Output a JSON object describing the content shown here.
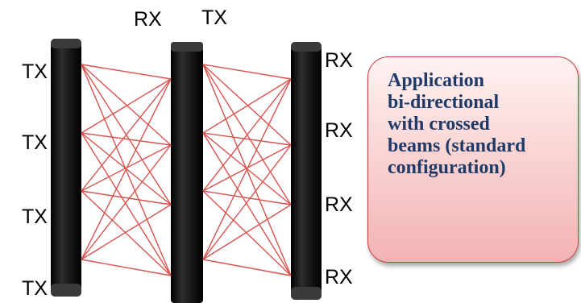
{
  "labels": {
    "top_rx": "RX",
    "top_tx": "TX",
    "left_tx": [
      "TX",
      "TX",
      "TX",
      "TX"
    ],
    "right_rx": [
      "RX",
      "RX",
      "RX",
      "RX"
    ]
  },
  "callout": {
    "lines": [
      "Application",
      "bi-directional",
      "with crossed",
      "beams (standard",
      "configuration)"
    ]
  },
  "colors": {
    "beam": "#d9534f",
    "callout_border": "#c9413f",
    "callout_text": "#1f3a66",
    "column": "#1a1a1a"
  }
}
